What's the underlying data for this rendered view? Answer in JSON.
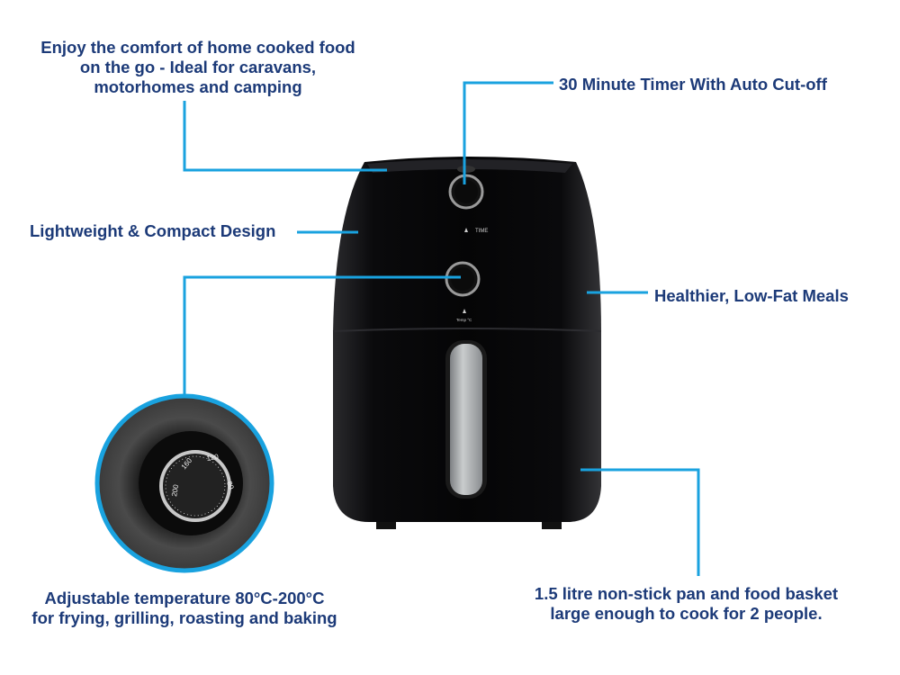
{
  "colors": {
    "text": "#1c3a78",
    "leader_line": "#19a2df",
    "appliance": "#0c0c0e",
    "handle": "#b9bcbe"
  },
  "features": [
    {
      "lines": [
        "Enjoy the comfort of home cooked food",
        "on the go - Ideal for caravans,",
        "motorhomes and camping"
      ]
    },
    {
      "lines": [
        "30 Minute Timer With Auto Cut-off"
      ]
    },
    {
      "lines": [
        "Lightweight & Compact Design"
      ]
    },
    {
      "lines": [
        "Healthier, Low-Fat Meals"
      ]
    },
    {
      "lines": [
        "Adjustable temperature 80°C-200°C",
        "for frying, grilling, roasting and baking"
      ]
    },
    {
      "lines": [
        "1.5 litre non-stick pan and food basket",
        "large enough to cook for 2 people."
      ]
    }
  ],
  "appliance_labels": {
    "timer": "TIME",
    "temp": "Temp °C"
  },
  "dial_ticks": [
    "200",
    "160",
    "120",
    "80"
  ]
}
